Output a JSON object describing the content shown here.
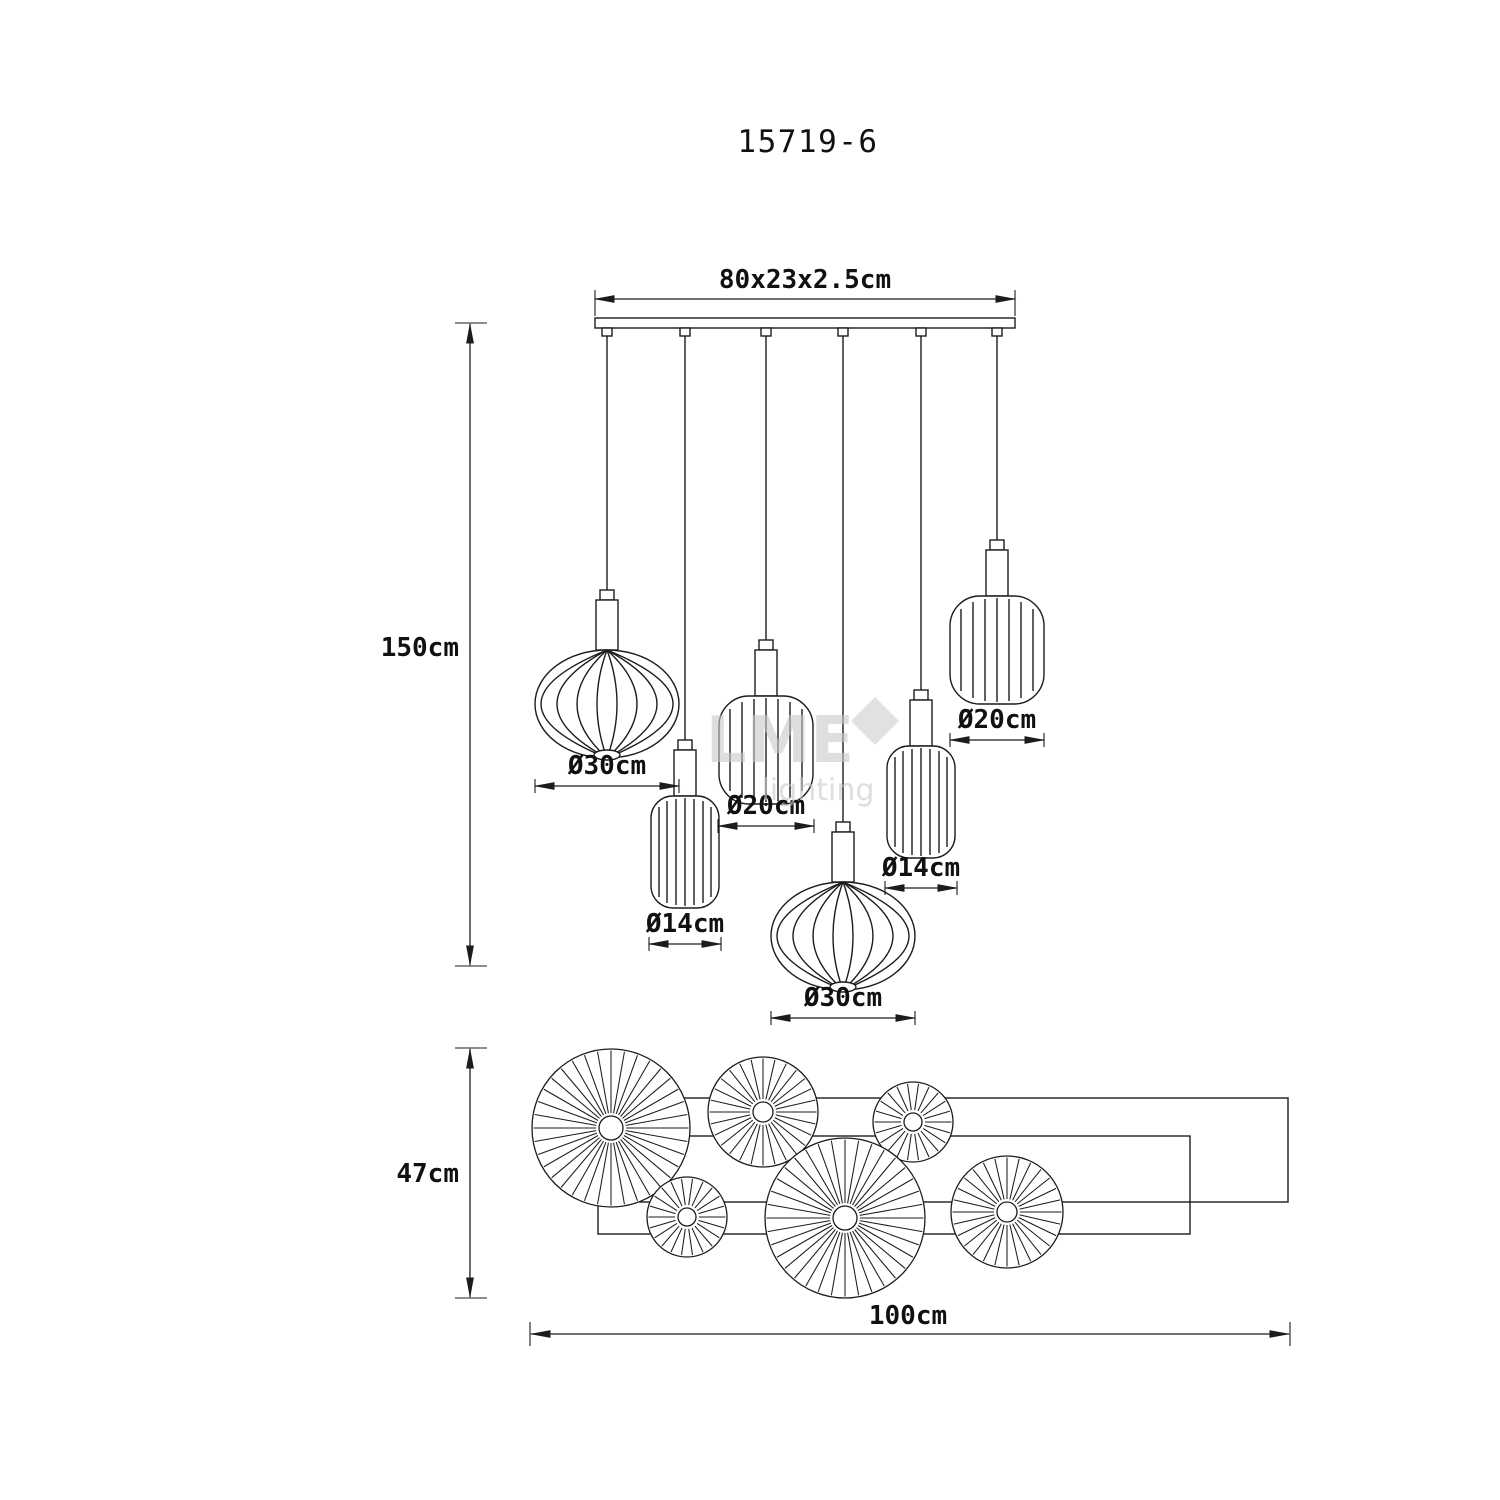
{
  "title": "15719-6",
  "canopy": {
    "dimension_label": "80x23x2.5cm"
  },
  "pendant_view": {
    "drop_height_label": "150cm",
    "lamps": [
      {
        "name": "lamp-1",
        "shape": "wide-ribbed-globe",
        "diameter_label": "Ø30cm"
      },
      {
        "name": "lamp-2",
        "shape": "tall-ribbed-cylinder",
        "diameter_label": "Ø14cm"
      },
      {
        "name": "lamp-3",
        "shape": "ribbed-rounded-cube",
        "diameter_label": "Ø20cm"
      },
      {
        "name": "lamp-4",
        "shape": "wide-ribbed-globe",
        "diameter_label": "Ø30cm"
      },
      {
        "name": "lamp-5",
        "shape": "tall-ribbed-cylinder",
        "diameter_label": "Ø14cm"
      },
      {
        "name": "lamp-6",
        "shape": "ribbed-rounded-cube",
        "diameter_label": "Ø20cm"
      }
    ]
  },
  "top_view": {
    "depth_label": "47cm",
    "width_label": "100cm"
  },
  "watermark": {
    "brand": "LME",
    "sub": "lighting"
  },
  "colors": {
    "line": "#1c1c1c",
    "watermark": "#c9c9c9",
    "background": "#ffffff"
  }
}
